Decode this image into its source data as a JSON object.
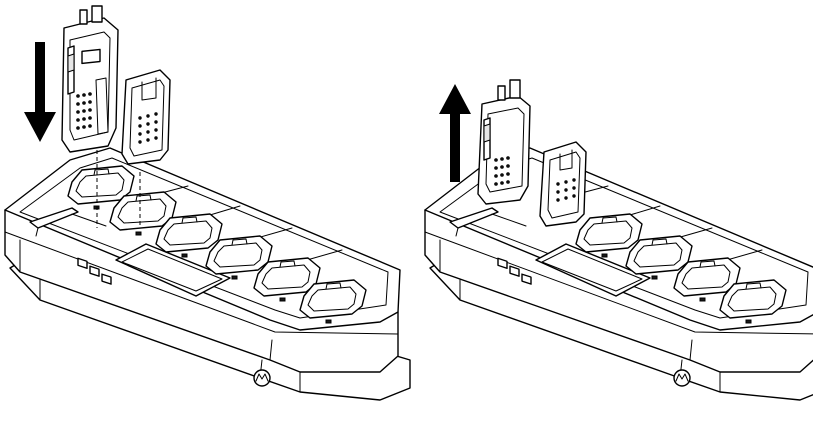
{
  "figure": {
    "panels": [
      {
        "id": "insert",
        "arrow_direction": "down"
      },
      {
        "id": "remove",
        "arrow_direction": "up"
      }
    ],
    "charger_pocket_count": 6,
    "colors": {
      "line": "#000000",
      "fill": "#ffffff",
      "shade": "#e6e6e6"
    },
    "icons": [
      "manufacturer-logo-icon",
      "radio-icon",
      "battery-icon",
      "arrow-down-icon",
      "arrow-up-icon"
    ]
  }
}
